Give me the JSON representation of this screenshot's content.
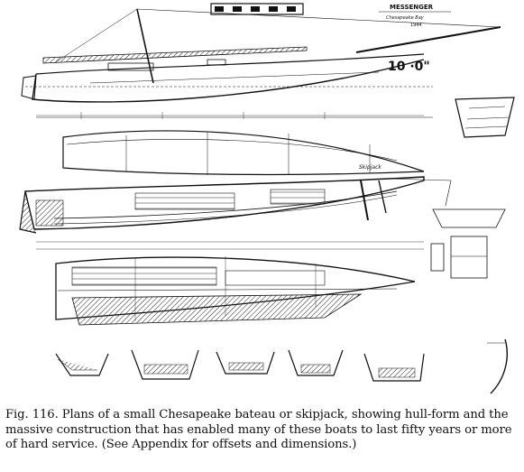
{
  "plate": {
    "boat_name": "MESSENGER",
    "location_line": "Chesapeake Bay",
    "year": "1944",
    "boat_label": "Skipjack"
  },
  "caption": {
    "figure_label": "Fig. 116.",
    "text": "Plans of a small Chesapeake bateau or skipjack, showing hull-form and the massive construction that has enabled many of these boats to last fifty years or more of hard service. (See Appendix for offsets and dimensions.)"
  },
  "colors": {
    "ink": "#111111",
    "paper": "#ffffff",
    "hatch": "#555555"
  }
}
